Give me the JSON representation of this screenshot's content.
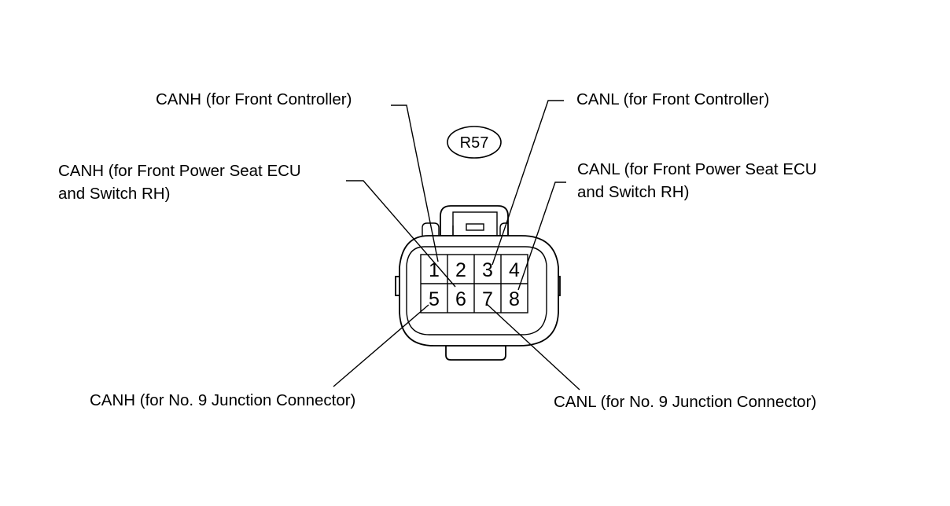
{
  "connector": {
    "id": "R57",
    "pins": [
      "1",
      "2",
      "3",
      "4",
      "5",
      "6",
      "7",
      "8"
    ]
  },
  "labels": {
    "pin1": "CANH (for Front Controller)",
    "pin3": "CANL (for Front Controller)",
    "pin6_line1": "CANH (for Front Power Seat ECU",
    "pin6_line2": "and Switch RH)",
    "pin8_line1": "CANL (for Front Power Seat ECU",
    "pin8_line2": "and Switch RH)",
    "pin5": "CANH (for No. 9 Junction Connector)",
    "pin7": "CANL (for No. 9 Junction Connector)"
  }
}
